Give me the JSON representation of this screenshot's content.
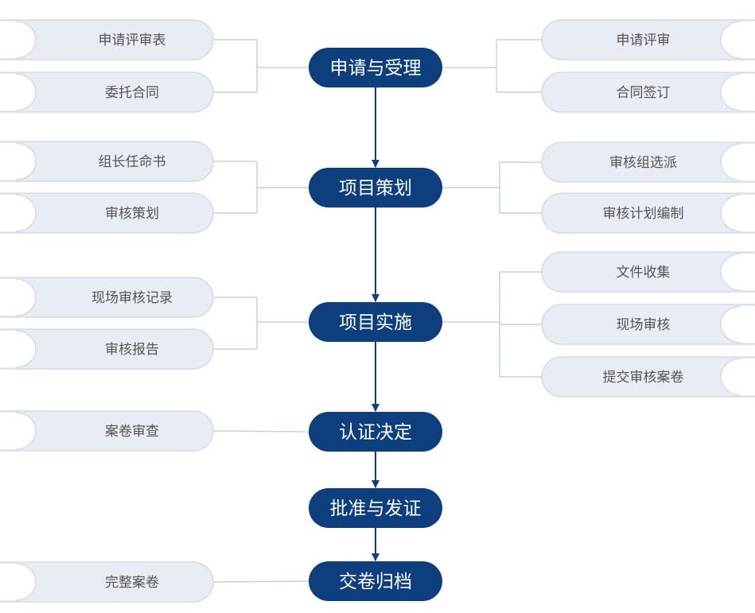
{
  "colors": {
    "step_fill": "#0d3f7e",
    "pill_fill": "#e8edf3",
    "pill_stroke": "#d3dbe5",
    "connector": "#c6d0dc",
    "arrow": "#0d3f7e",
    "pill_text": "#555555"
  },
  "steps": [
    {
      "label": "申请与受理",
      "left_items": [
        "申请评审表",
        "委托合同"
      ],
      "right_items": [
        "申请评审",
        "合同签订"
      ]
    },
    {
      "label": "项目策划",
      "left_items": [
        "组长任命书",
        "审核策划"
      ],
      "right_items": [
        "审核组选派",
        "审核计划编制"
      ]
    },
    {
      "label": "项目实施",
      "left_items": [
        "现场审核记录",
        "审核报告"
      ],
      "right_items": [
        "文件收集",
        "现场审核",
        "提交审核案卷"
      ]
    },
    {
      "label": "认证决定",
      "left_items": [
        "案卷审查"
      ],
      "right_items": []
    },
    {
      "label": "批准与发证",
      "left_items": [],
      "right_items": []
    },
    {
      "label": "交卷归档",
      "left_items": [
        "完整案卷"
      ],
      "right_items": []
    }
  ]
}
